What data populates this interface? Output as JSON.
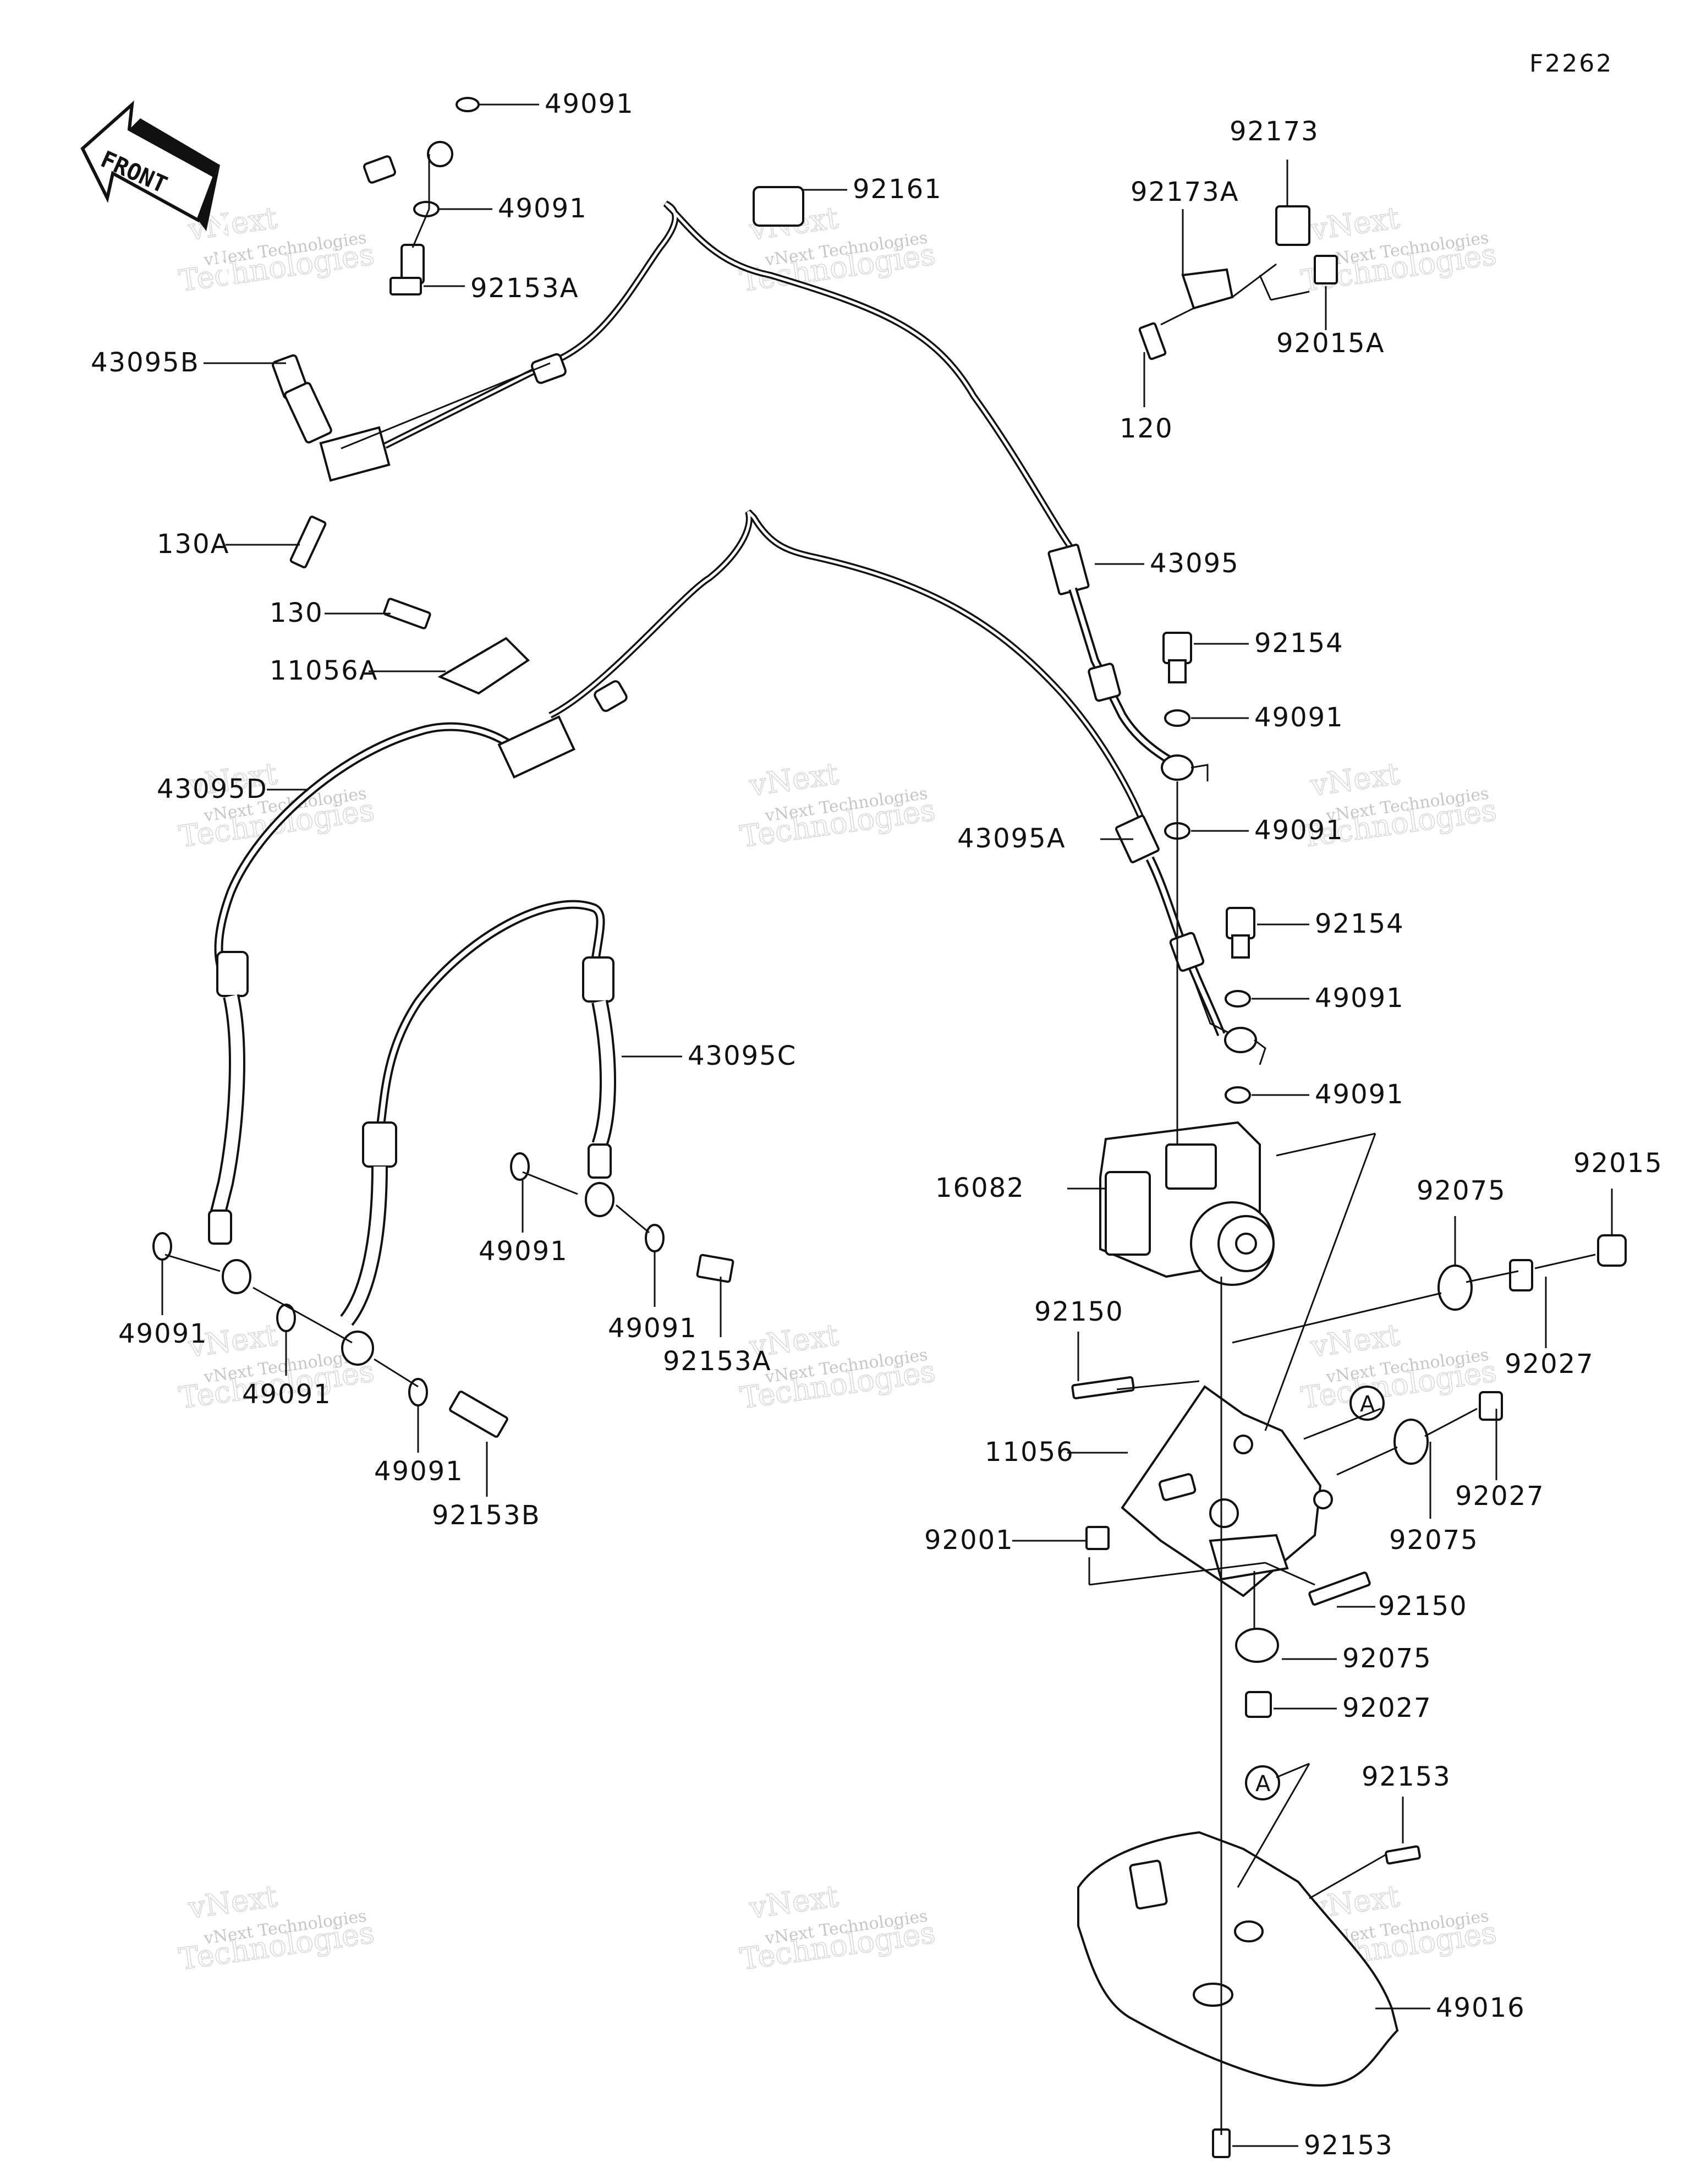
{
  "diagram_code": "F2262",
  "front_arrow_text": "FRONT",
  "watermark": {
    "line1": "vNext Technologies",
    "line2": "Technologies",
    "brand": "vNext"
  },
  "callout_A": "A",
  "labels": {
    "49091_a": "49091",
    "49091_b": "49091",
    "92153A_a": "92153A",
    "43095B": "43095B",
    "130A": "130A",
    "130": "130",
    "11056A": "11056A",
    "43095D": "43095D",
    "92161": "92161",
    "92173": "92173",
    "92173A": "92173A",
    "92015A": "92015A",
    "120": "120",
    "43095": "43095",
    "92154_a": "92154",
    "49091_c": "49091",
    "49091_d": "49091",
    "43095A": "43095A",
    "92154_b": "92154",
    "49091_e": "49091",
    "49091_f": "49091",
    "16082": "16082",
    "92075_a": "92075",
    "92015": "92015",
    "92150_a": "92150",
    "92027_a": "92027",
    "11056": "11056",
    "92027_b": "92027",
    "92075_b": "92075",
    "92001": "92001",
    "92150_b": "92150",
    "92075_c": "92075",
    "92027_c": "92027",
    "92153_a": "92153",
    "49016": "49016",
    "92153_b": "92153",
    "43095C": "43095C",
    "49091_g": "49091",
    "49091_h": "49091",
    "92153A_b": "92153A",
    "49091_i": "49091",
    "49091_j": "49091",
    "49091_k": "49091",
    "92153B": "92153B"
  }
}
